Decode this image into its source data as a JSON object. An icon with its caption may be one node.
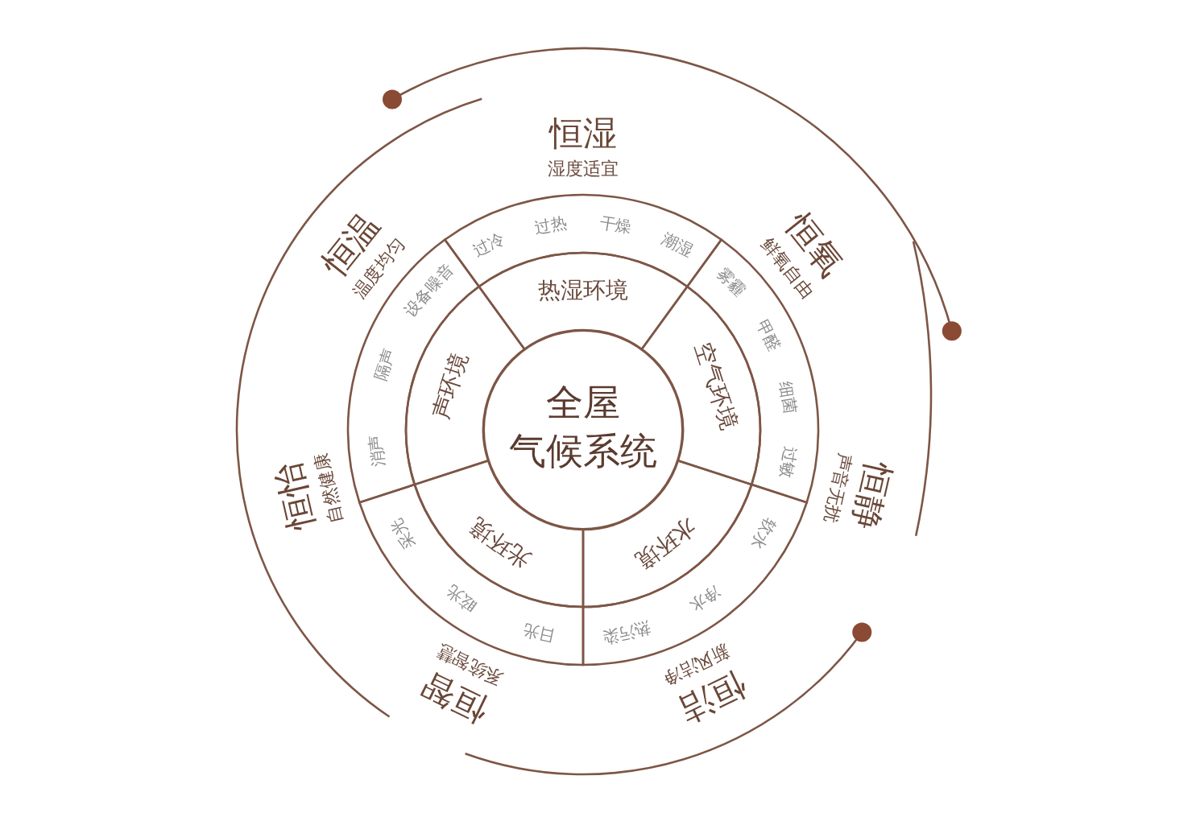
{
  "diagram": {
    "nodes": [
      {
        "text": [
          "全屋气候系统"
        ]
      },
      {
        "text": [
          "热湿环境"
        ]
      },
      {
        "text": [
          "空气环境"
        ]
      },
      {
        "text": [
          "水环境"
        ]
      },
      {
        "text": [
          "光环境"
        ]
      },
      {
        "text": [
          "声环境"
        ]
      },
      {
        "text": [
          "过冷",
          "过热",
          "干燥",
          "潮湿"
        ]
      },
      {
        "text": [
          "雾霾",
          "甲醛",
          "细菌",
          "过敏"
        ]
      },
      {
        "text": [
          "软水",
          "净水",
          "热污染"
        ]
      },
      {
        "text": [
          "日光",
          "眩光",
          "采光"
        ]
      },
      {
        "text": [
          "消声",
          "隔声",
          "设备噪音"
        ]
      }
    ],
    "labels": [
      "恒湿",
      "湿度适宜",
      "恒氧",
      "鲜氧自由",
      "恒静",
      "声音无扰",
      "恒洁",
      "新风洁净",
      "恒智",
      "系统智慧",
      "恒怡",
      "自然健康",
      "恒温",
      "温度均匀"
    ]
  }
}
